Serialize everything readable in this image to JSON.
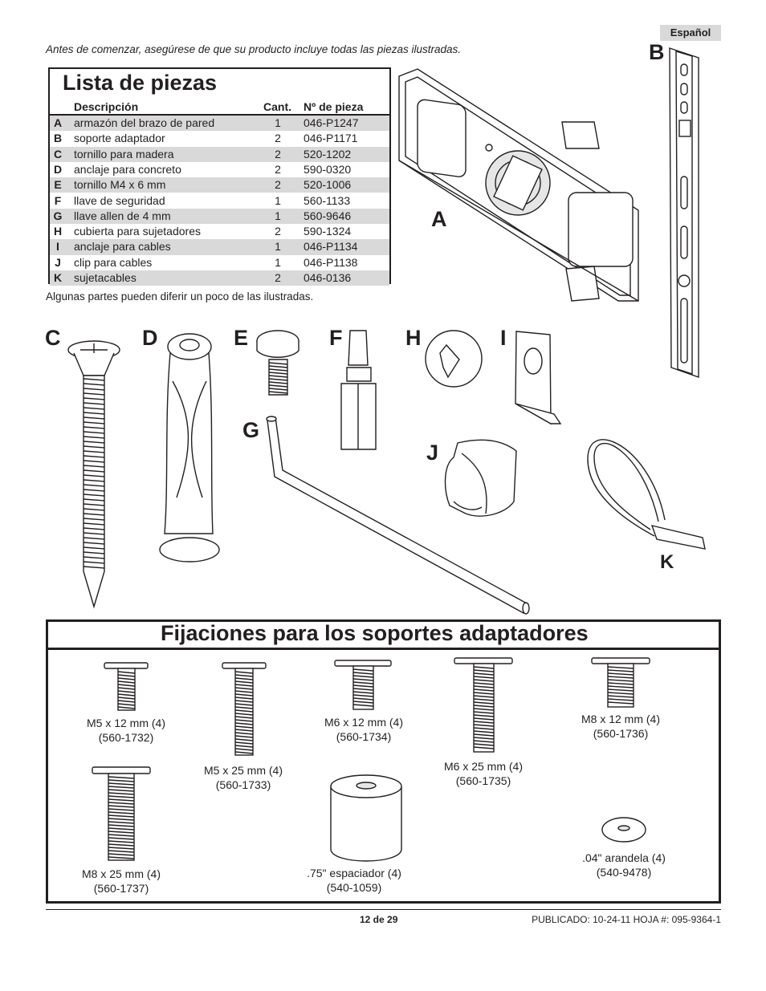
{
  "language_tag": "Español",
  "intro": "Antes de comenzar, asegúrese de que su producto incluye todas las piezas ilustradas.",
  "parts_list": {
    "title": "Lista de piezas",
    "col_desc": "Descripción",
    "col_qty": "Cant.",
    "col_part": "Nº de pieza",
    "rows": [
      {
        "letter": "A",
        "desc": "armazón del brazo de pared",
        "qty": "1",
        "part": "046-P1247"
      },
      {
        "letter": "B",
        "desc": "soporte adaptador",
        "qty": "2",
        "part": "046-P1171"
      },
      {
        "letter": "C",
        "desc": "tornillo para madera",
        "qty": "2",
        "part": "520-1202"
      },
      {
        "letter": "D",
        "desc": "anclaje para concreto",
        "qty": "2",
        "part": "590-0320"
      },
      {
        "letter": "E",
        "desc": "tornillo M4 x 6 mm",
        "qty": "2",
        "part": "520-1006"
      },
      {
        "letter": "F",
        "desc": "llave de seguridad",
        "qty": "1",
        "part": "560-1133"
      },
      {
        "letter": "G",
        "desc": "llave allen de 4 mm",
        "qty": "1",
        "part": "560-9646"
      },
      {
        "letter": "H",
        "desc": "cubierta para sujetadores",
        "qty": "2",
        "part": "590-1324"
      },
      {
        "letter": "I",
        "desc": "anclaje para cables",
        "qty": "1",
        "part": "046-P1134"
      },
      {
        "letter": "J",
        "desc": "clip para cables",
        "qty": "1",
        "part": "046-P1138"
      },
      {
        "letter": "K",
        "desc": "sujetacables",
        "qty": "2",
        "part": "046-0136"
      }
    ]
  },
  "note": "Algunas partes pueden diferir un poco de las ilustradas.",
  "figure_labels": {
    "A": "A",
    "B": "B",
    "C": "C",
    "D": "D",
    "E": "E",
    "F": "F",
    "G": "G",
    "H": "H",
    "I": "I",
    "J": "J",
    "K": "K"
  },
  "fasteners": {
    "title": "Fijaciones para los soportes adaptadores",
    "items": [
      {
        "line1": "M5 x 12 mm (4)",
        "line2": "(560-1732)"
      },
      {
        "line1": "M5 x 25 mm (4)",
        "line2": "(560-1733)"
      },
      {
        "line1": "M6 x 12 mm (4)",
        "line2": "(560-1734)"
      },
      {
        "line1": "M6 x 25 mm (4)",
        "line2": "(560-1735)"
      },
      {
        "line1": "M8 x 12 mm (4)",
        "line2": "(560-1736)"
      },
      {
        "line1": "M8 x 25 mm (4)",
        "line2": "(560-1737)"
      },
      {
        "line1": ".75\" espaciador (4)",
        "line2": "(540-1059)"
      },
      {
        "line1": ".04\" arandela (4)",
        "line2": "(540-9478)"
      }
    ]
  },
  "footer": {
    "page": "12 de 29",
    "published": "PUBLICADO: 10-24-11  HOJA #: 095-9364-1"
  }
}
